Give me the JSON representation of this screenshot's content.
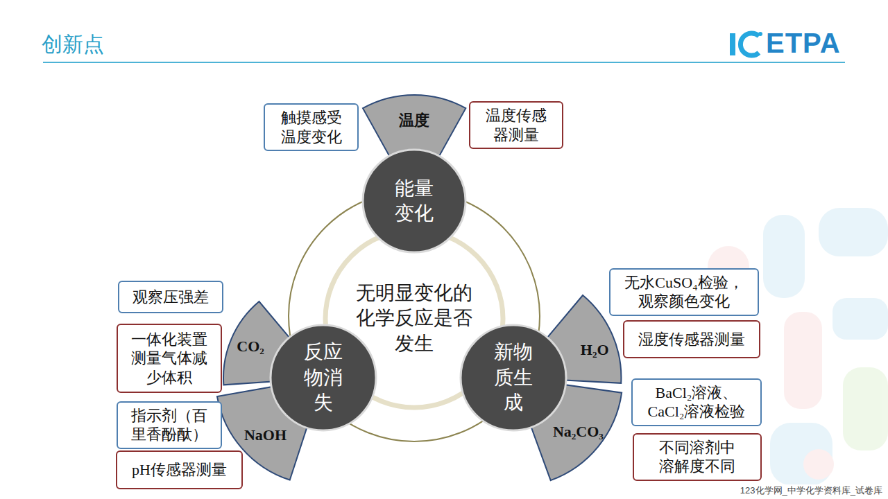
{
  "diagram": {
    "title": "创新点",
    "nodes": [
      {
        "text": [
          "触摸感受温度变化"
        ]
      },
      {
        "text": [
          "温度"
        ]
      },
      {
        "text": [
          "温度传感器测量"
        ]
      },
      {
        "text": [
          "能量变化"
        ]
      },
      {
        "text": [
          "无明显变化的化学反应是否发生"
        ]
      },
      {
        "text": [
          "无水CuSO₄检验，观察颜色变化"
        ]
      },
      {
        "text": [
          "观察压强差"
        ]
      },
      {
        "text": [
          "湿度传感器测量"
        ]
      },
      {
        "text": [
          "一体化装置测量气体减少体积"
        ]
      },
      {
        "text": [
          "CO₂"
        ]
      },
      {
        "text": [
          "反应物消失"
        ]
      },
      {
        "text": [
          "H₂O"
        ]
      },
      {
        "text": [
          "新物质生成"
        ]
      },
      {
        "text": [
          "BaCl₂溶液、CaCl₂溶液检验"
        ]
      },
      {
        "text": [
          "指示剂（百里香酚酞）"
        ]
      },
      {
        "text": [
          "NaOH"
        ]
      },
      {
        "text": [
          "Na₂CO₃"
        ]
      },
      {
        "text": [
          "不同溶剂中溶解度不同"
        ]
      },
      {
        "text": [
          "pH传感器测量"
        ]
      }
    ],
    "labels": [
      "ETPA",
      "123化学网_中学化学资料库_试卷库"
    ]
  }
}
